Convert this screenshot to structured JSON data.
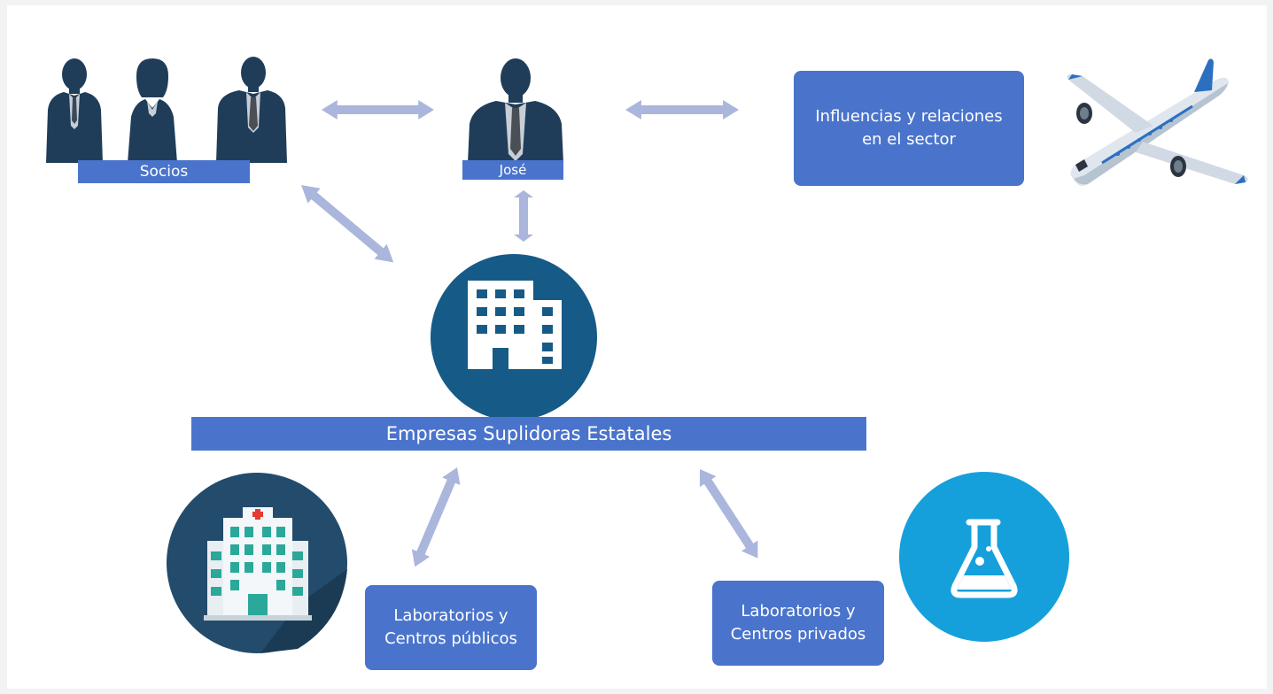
{
  "nodes": {
    "socios": "Socios",
    "jose": "José",
    "influencias": [
      "Influencias y relaciones",
      "en el sector"
    ],
    "empresas": "Empresas Suplidoras Estatales",
    "lab_publicos": [
      "Laboratorios y",
      "Centros públicos"
    ],
    "lab_privados": [
      "Laboratorios y",
      "Centros privados"
    ]
  },
  "icons": {
    "partners": "group-of-business-people-icon",
    "jose": "businessman-icon",
    "airplane": "airplane-icon",
    "company": "office-building-icon",
    "hospital": "hospital-icon",
    "laboratory": "lab-flask-icon"
  },
  "colors": {
    "label_blue": "#4a74cc",
    "arrow": "#aab6dc",
    "silhouette": "#1f3d59",
    "company_circle": "#165a87",
    "hospital_circle": "#234b6c",
    "lab_circle": "#15a0dc"
  }
}
